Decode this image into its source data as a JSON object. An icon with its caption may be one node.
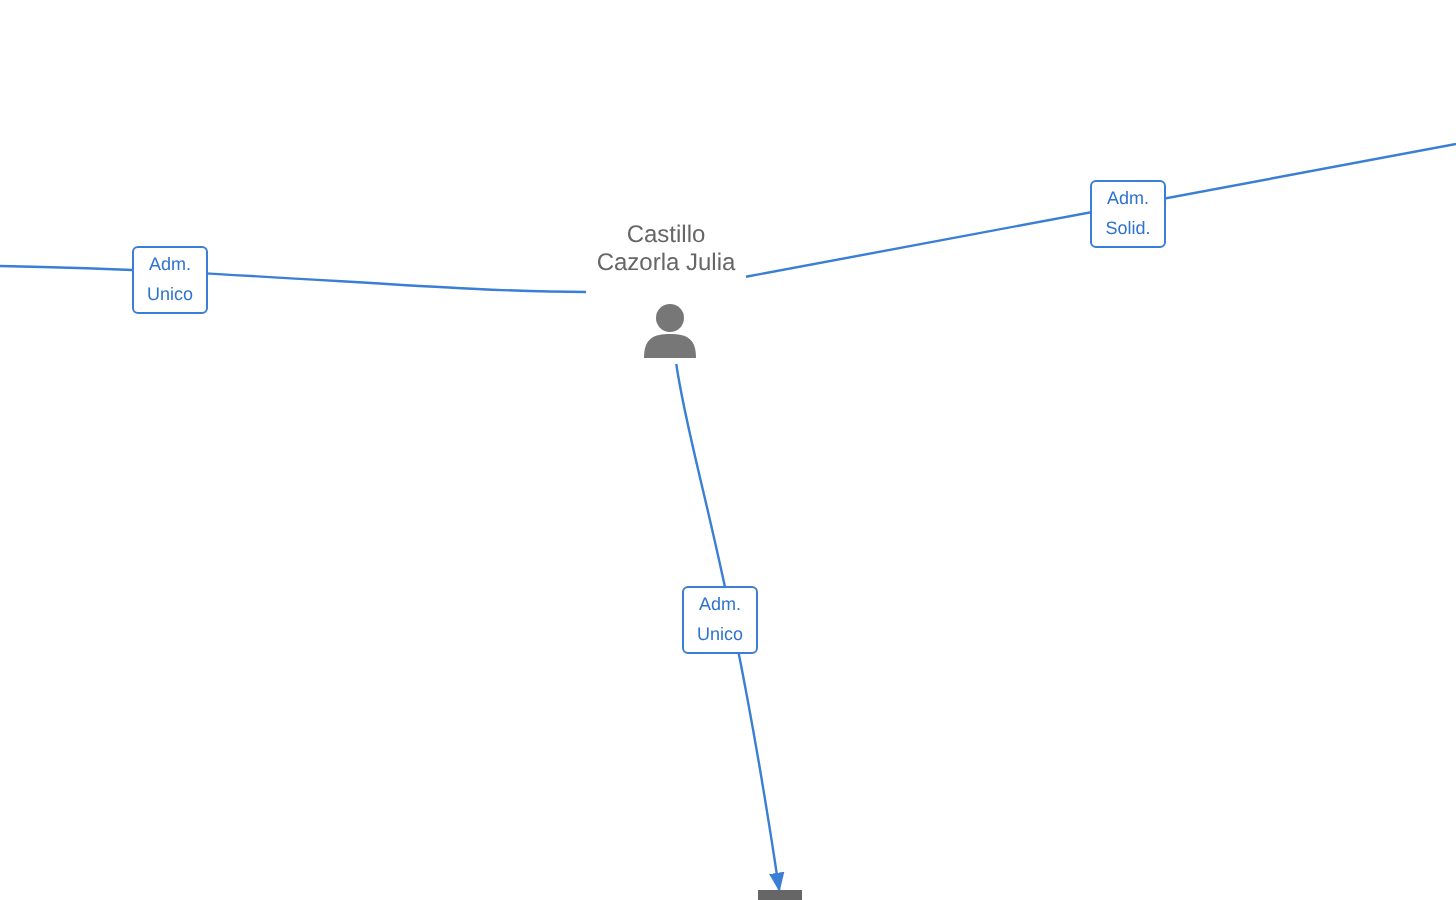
{
  "diagram": {
    "nodes": [
      {
        "text": [
          "Castillo Cazorla Julia"
        ]
      },
      {
        "text": [],
        "shape": "box"
      }
    ],
    "edges": [
      {
        "from": 0,
        "to": null,
        "arrow": "none",
        "label": "Adm. Unico"
      },
      {
        "from": 0,
        "to": null,
        "arrow": "none",
        "label": "Adm. Solid."
      },
      {
        "from": 0,
        "to": 1,
        "arrow": "to",
        "label": "Adm. Unico"
      }
    ]
  }
}
